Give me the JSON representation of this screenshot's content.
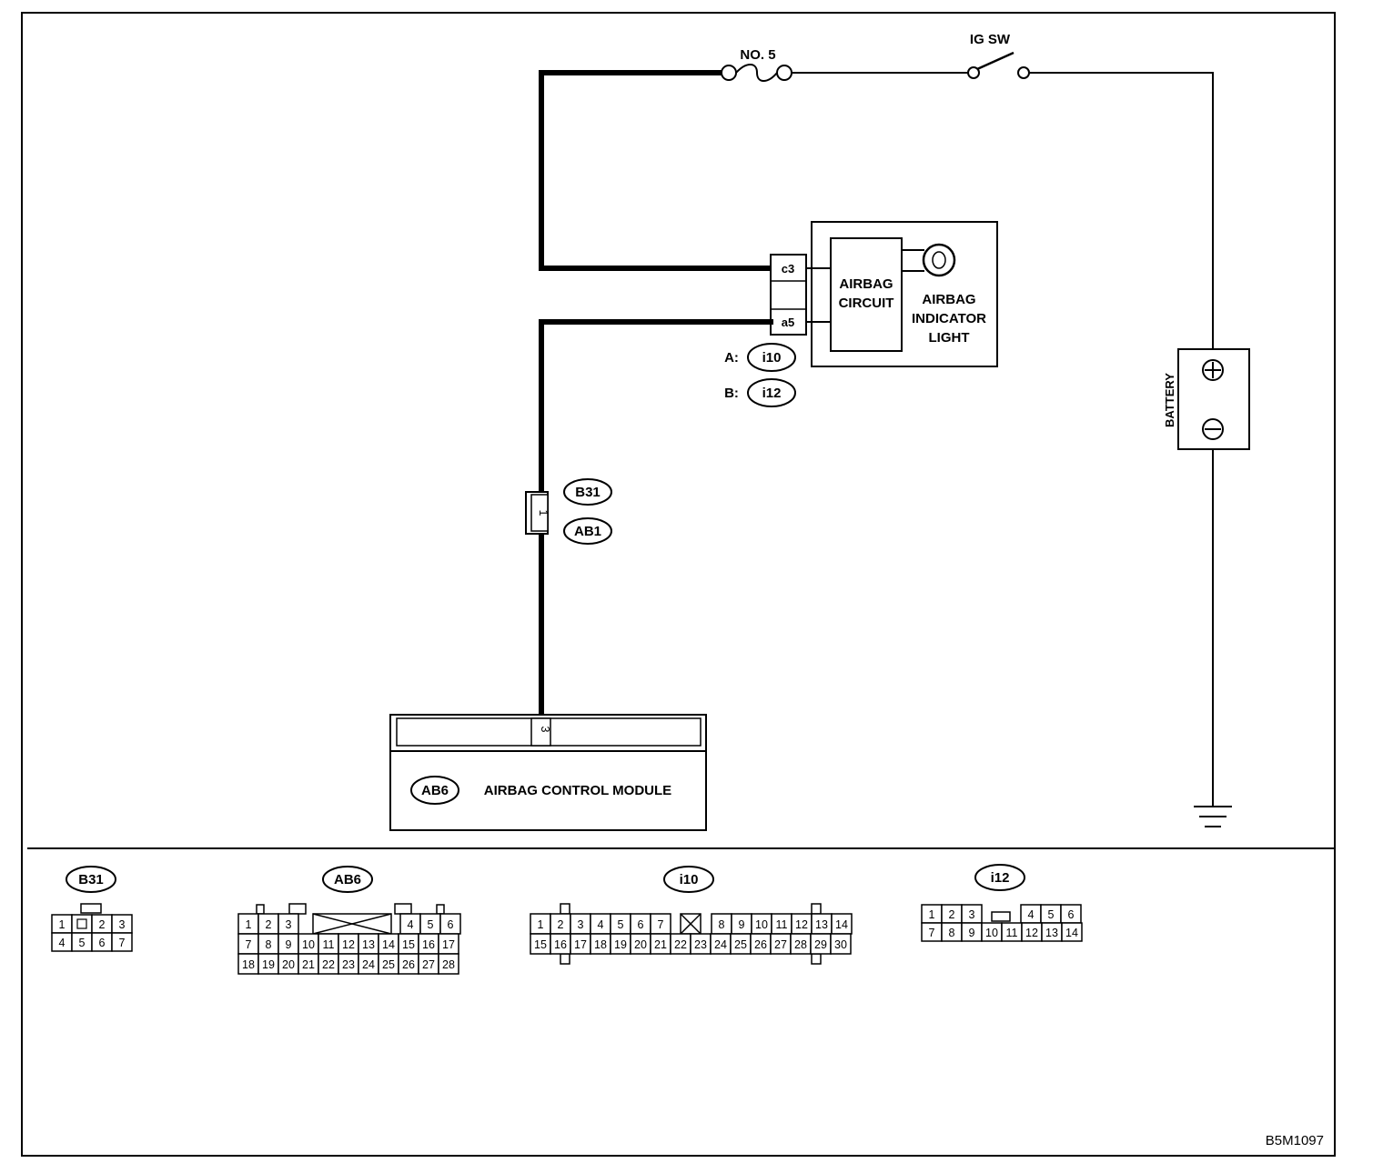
{
  "fuse_label": "NO. 5",
  "ig_switch_label": "IG SW",
  "battery_label": "BATTERY",
  "battery_plus": "⊕",
  "battery_minus": "⊖",
  "combination_meter": {
    "terminal_c3": "c3",
    "terminal_a5": "a5",
    "circuit_label_line1": "AIRBAG",
    "circuit_label_line2": "CIRCUIT",
    "indicator_label_line1": "AIRBAG",
    "indicator_label_line2": "INDICATOR",
    "indicator_label_line3": "LIGHT",
    "connector_a_prefix": "A:",
    "connector_a": "i10",
    "connector_b_prefix": "B:",
    "connector_b": "i12"
  },
  "inline_connector": {
    "pin": "1",
    "upper": "B31",
    "lower": "AB1"
  },
  "control_module": {
    "pin": "3",
    "connector": "AB6",
    "label": "AIRBAG CONTROL MODULE"
  },
  "connectors": {
    "b31": {
      "title": "B31",
      "row1": [
        "1",
        "",
        "2",
        "3"
      ],
      "row2": [
        "4",
        "5",
        "6",
        "7"
      ]
    },
    "ab6": {
      "title": "AB6",
      "row1_left": [
        "1",
        "2",
        "3"
      ],
      "row1_right": [
        "4",
        "5",
        "6"
      ],
      "row2": [
        "7",
        "8",
        "9",
        "10",
        "11",
        "12",
        "13",
        "14",
        "15",
        "16",
        "17"
      ],
      "row3": [
        "18",
        "19",
        "20",
        "21",
        "22",
        "23",
        "24",
        "25",
        "26",
        "27",
        "28"
      ]
    },
    "i10": {
      "title": "i10",
      "row1_left": [
        "1",
        "2",
        "3",
        "4",
        "5",
        "6",
        "7"
      ],
      "row1_right": [
        "8",
        "9",
        "10",
        "11",
        "12",
        "13",
        "14"
      ],
      "row2": [
        "15",
        "16",
        "17",
        "18",
        "19",
        "20",
        "21",
        "22",
        "23",
        "24",
        "25",
        "26",
        "27",
        "28",
        "29",
        "30"
      ]
    },
    "i12": {
      "title": "i12",
      "row1_left": [
        "1",
        "2",
        "3"
      ],
      "row1_right": [
        "4",
        "5",
        "6"
      ],
      "row2": [
        "7",
        "8",
        "9",
        "10",
        "11",
        "12",
        "13",
        "14"
      ]
    }
  },
  "figure_code": "B5M1097"
}
